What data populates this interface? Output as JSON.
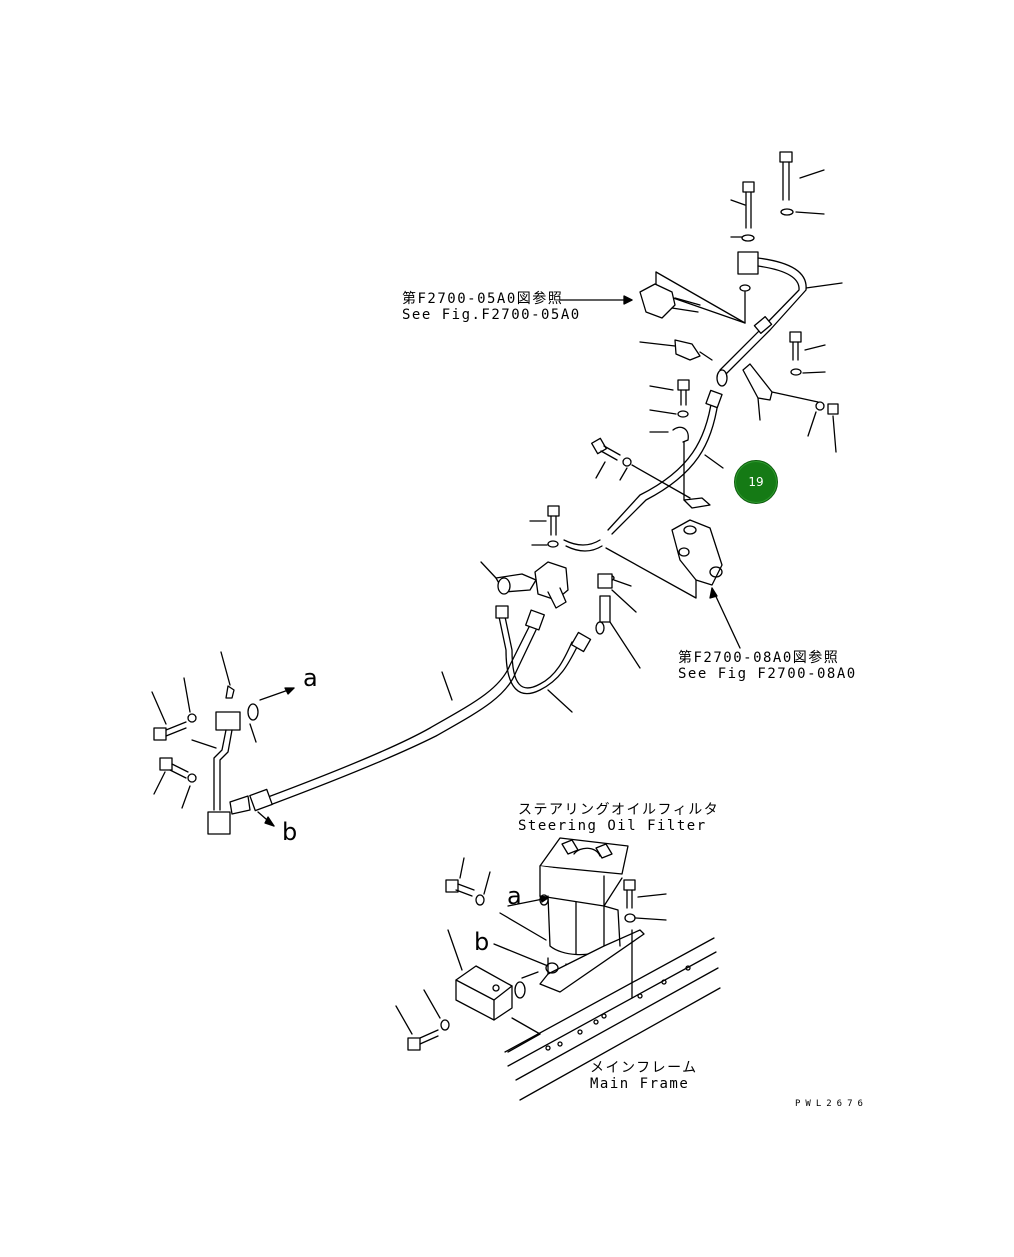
{
  "references": {
    "top": {
      "jp": "第F2700-05A0図参照",
      "en": "See Fig.F2700-05A0"
    },
    "mid": {
      "jp": "第F2700-08A0図参照",
      "en": "See Fig F2700-08A0"
    }
  },
  "filter_title": {
    "jp": "ステアリングオイルフィルタ",
    "en": "Steering Oil Filter"
  },
  "main_frame": {
    "jp": "メインフレーム",
    "en": "Main Frame"
  },
  "arrow_labels": {
    "a_upper": "a",
    "b_upper": "b",
    "a_lower": "a",
    "b_lower": "b"
  },
  "callout": {
    "number": "19",
    "color": "#157a15"
  },
  "drawing_code": "PWL2676"
}
